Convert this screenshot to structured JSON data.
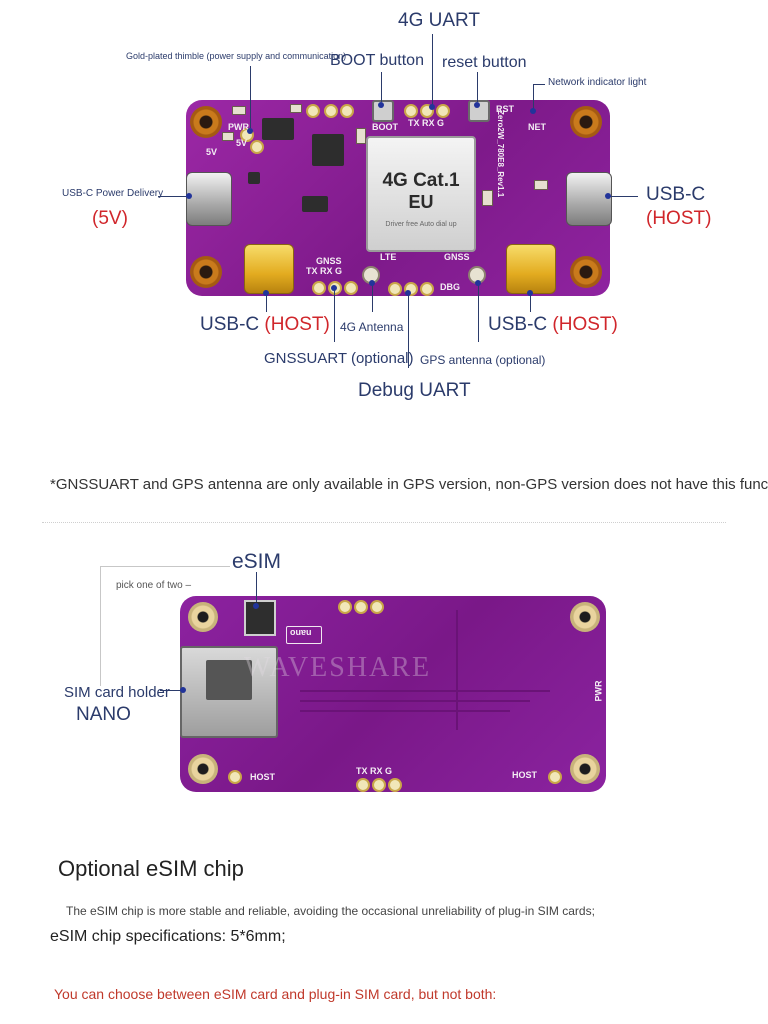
{
  "top_labels": {
    "uart_4g": "4G UART",
    "gold_thimble": "Gold-plated thimble (power supply and communication)",
    "boot_button": "BOOT button",
    "reset_button": "reset button",
    "net_light": "Network indicator light",
    "usbc_pd": "USB-C Power Delivery",
    "usbc_pd_volt": "(5V)",
    "usbc_right_a": "USB-C",
    "usbc_right_b": "(HOST)",
    "usbc_bl_a": "USB-C ",
    "usbc_bl_b": "(HOST)",
    "usbc_br_a": "USB-C ",
    "usbc_br_b": "(HOST)",
    "antenna_4g": "4G Antenna",
    "gnss_uart": "GNSSUART (optional)",
    "gps_antenna": "GPS antenna (optional)",
    "debug_uart": "Debug UART"
  },
  "module": {
    "title": "4G Cat.1",
    "region": "EU",
    "sub": "Driver free  Auto dial up",
    "side_text": "Zero2W_780E8_Rev1.1"
  },
  "silkscreen": {
    "pwr": "PWR",
    "five_v": "5V",
    "boot": "BOOT",
    "tx_rx_g": "TX RX G",
    "rst": "RST",
    "net": "NET",
    "gnss_l": "GNSS",
    "tx_rx_g2": "TX RX G",
    "lte": "LTE",
    "gnss_r": "GNSS",
    "dbg": "DBG",
    "plus5v": "5V",
    "back_host_l": "HOST",
    "back_host_r": "HOST",
    "back_txrxg": "TX RX G",
    "back_pwr": "PWR",
    "back_nano": "nano"
  },
  "footnote": "*GNSSUART and GPS antenna are only available in GPS version, non-GPS version does not have this function.",
  "back_labels": {
    "esim": "eSIM",
    "pick_one": "pick one of two –",
    "sim_holder": "SIM card holder",
    "nano": "NANO",
    "watermark": "WAVESHARE"
  },
  "desc": {
    "heading": "Optional eSIM chip",
    "line1": "The eSIM chip is more stable and reliable, avoiding the occasional unreliability of plug-in SIM cards;",
    "line2": "eSIM chip specifications: 5*6mm;",
    "line3": "You can choose between eSIM card and plug-in SIM card, but not both:"
  },
  "colors": {
    "pcb": "#8e1f9a",
    "label": "#2b3b6b",
    "accent_red": "#d0262b",
    "leader": "#22349a"
  }
}
